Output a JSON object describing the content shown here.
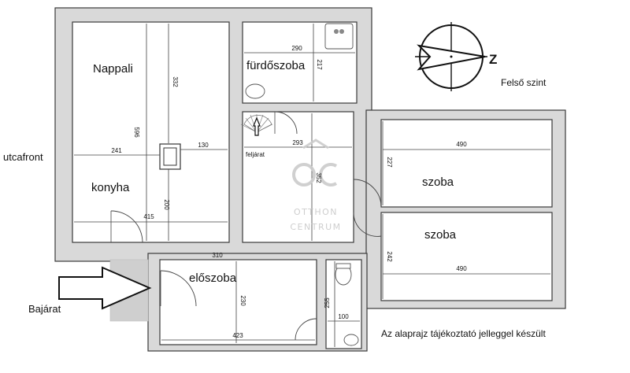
{
  "rooms": {
    "nappali": "Nappali",
    "furdoszoba": "fürdőszoba",
    "konyha": "konyha",
    "eloszoba": "előszoba",
    "szoba1": "szoba",
    "szoba2": "szoba"
  },
  "labels": {
    "utcafront": "utcafront",
    "bajarat": "Bajárat",
    "feljarat": "feljárat",
    "felso_szint": "Felső szint",
    "compass_letter": "Z",
    "disclaimer": "Az alaprajz tájékoztató jelleggel készült"
  },
  "dimensions": {
    "d332": "332",
    "d596": "596",
    "d241": "241",
    "d130": "130",
    "d200": "200",
    "d415": "415",
    "d290": "290",
    "d217": "217",
    "d293": "293",
    "d352": "352",
    "d490a": "490",
    "d227": "227",
    "d490b": "490",
    "d242": "242",
    "d310": "310",
    "d230": "230",
    "d423": "423",
    "d255": "255",
    "d100": "100"
  },
  "watermark": {
    "logo": "ÔC",
    "line1": "OTTHON",
    "line2": "CENTRUM"
  }
}
